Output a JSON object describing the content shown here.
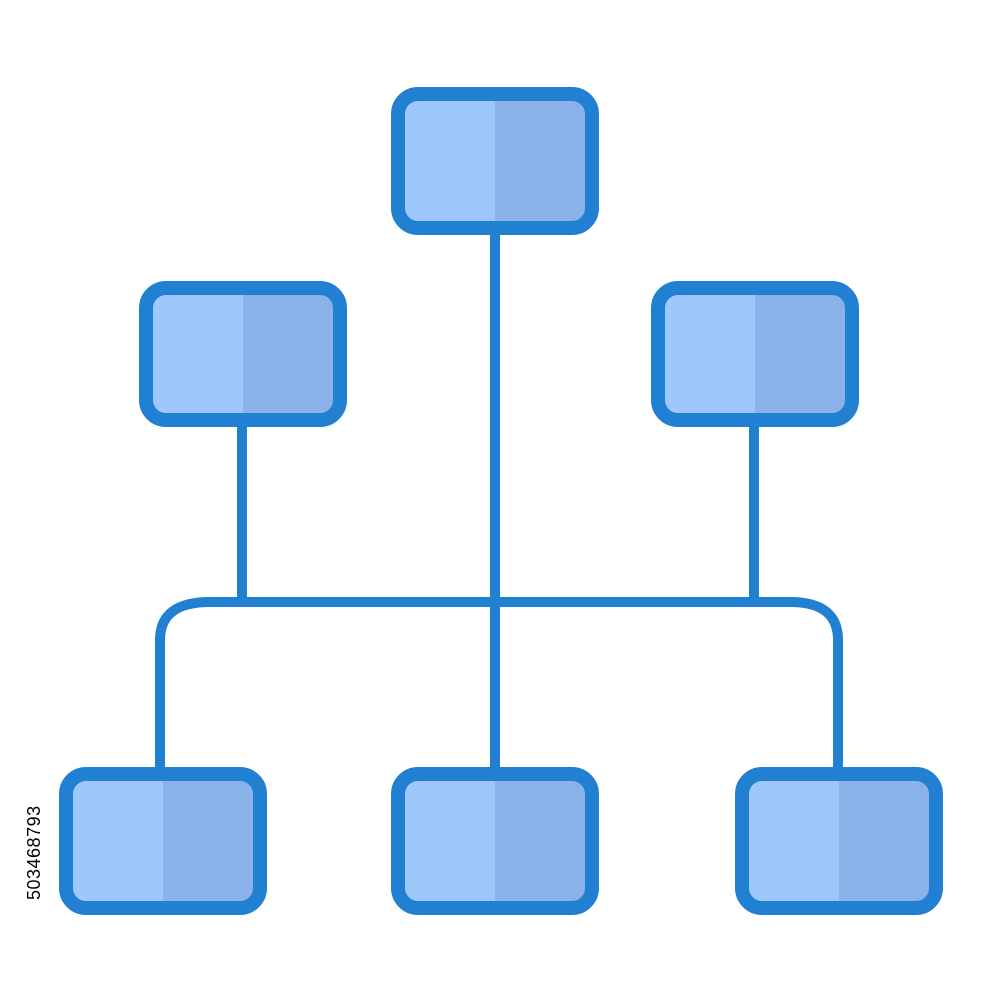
{
  "diagram": {
    "kind": "hierarchy-icon",
    "colors": {
      "stroke": "#2180d2",
      "fill_light": "#9ec8fc",
      "fill_dark": "#8ab2e8",
      "background": "#ffffff"
    },
    "nodes": [
      {
        "id": "top",
        "level": 0
      },
      {
        "id": "middle-left",
        "level": 1
      },
      {
        "id": "middle-right",
        "level": 1
      },
      {
        "id": "bottom-left",
        "level": 2
      },
      {
        "id": "bottom-center",
        "level": 2
      },
      {
        "id": "bottom-right",
        "level": 2
      }
    ],
    "connections": [
      {
        "from": "top",
        "to": "bottom-center"
      },
      {
        "from": "middle-left",
        "to": "bus"
      },
      {
        "from": "middle-right",
        "to": "bus"
      },
      {
        "from": "bus",
        "to": "bottom-left"
      },
      {
        "from": "bus",
        "to": "bottom-right"
      }
    ]
  },
  "watermark": {
    "stock_id": "503468793"
  }
}
